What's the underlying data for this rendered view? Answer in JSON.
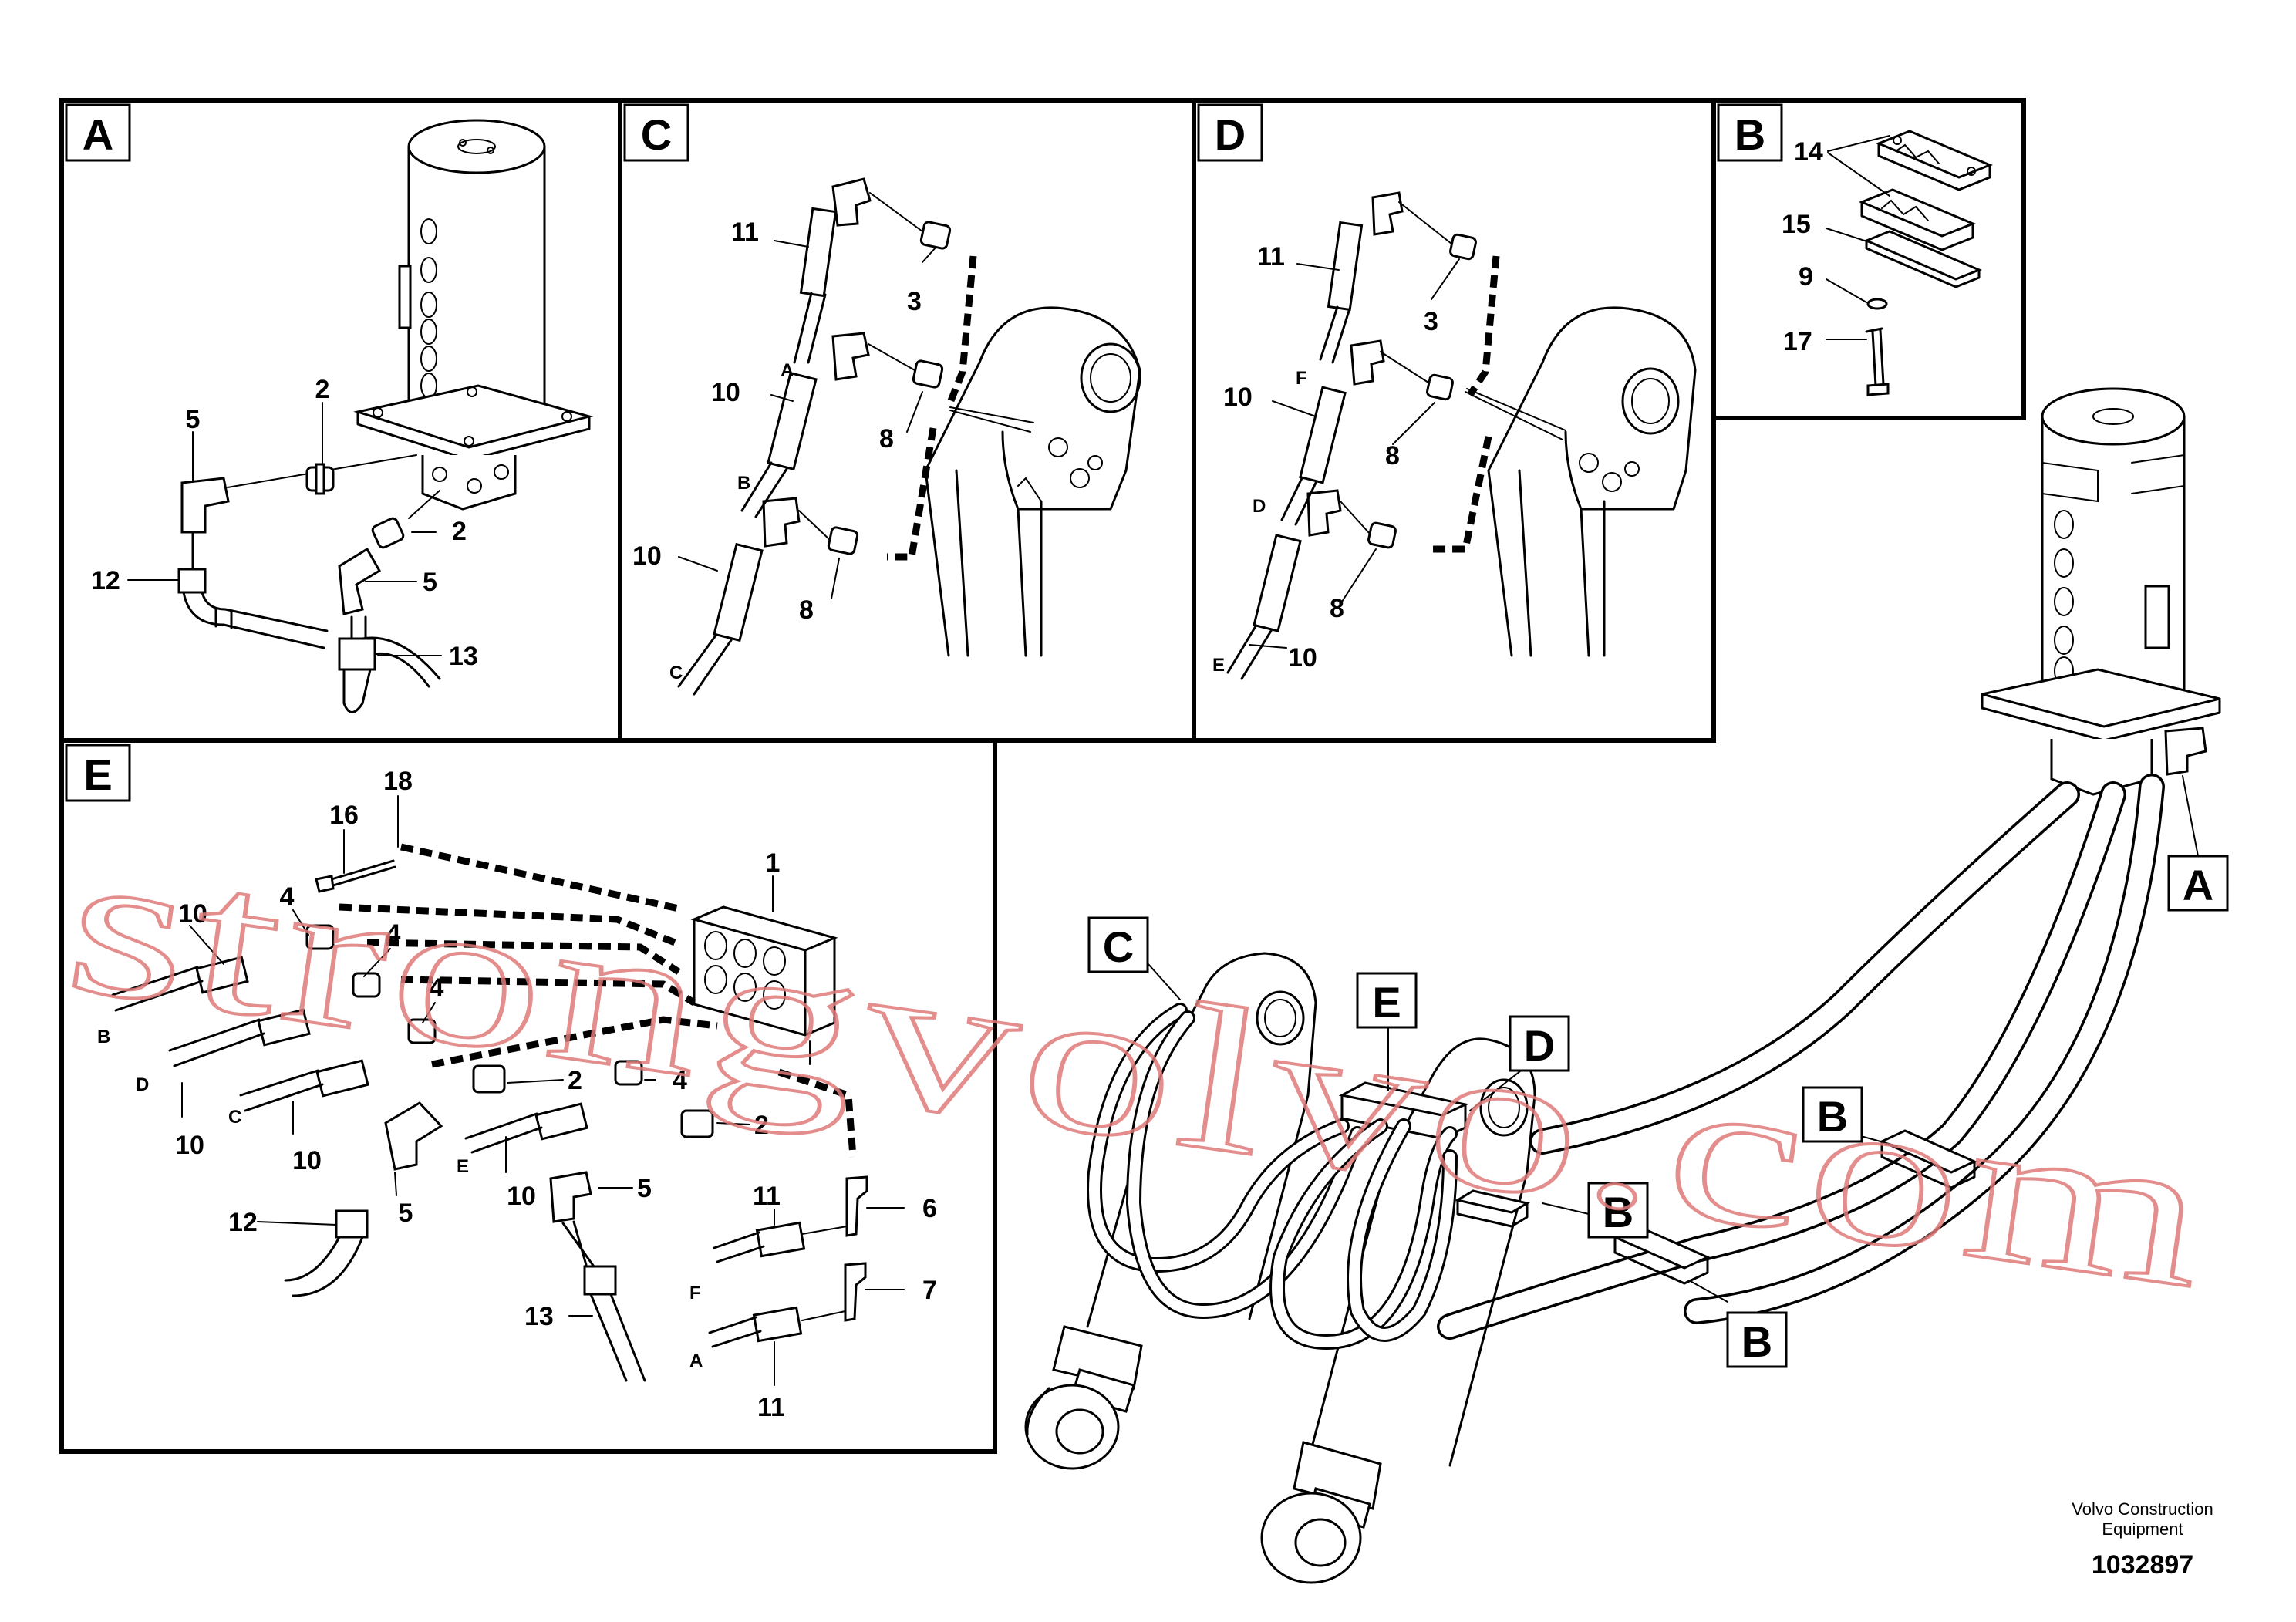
{
  "panels": {
    "A": {
      "tag": "A"
    },
    "B": {
      "tag": "B"
    },
    "C": {
      "tag": "C"
    },
    "D": {
      "tag": "D"
    },
    "E": {
      "tag": "E"
    }
  },
  "callouts": {
    "a5": "5",
    "a2a": "2",
    "a2b": "2",
    "a5b": "5",
    "a12": "12",
    "a13": "13",
    "c11": "11",
    "c3": "3",
    "c10a": "10",
    "c8a": "8",
    "c10b": "10",
    "c8b": "8",
    "cA": "A",
    "cB": "B",
    "cC": "C",
    "d11": "11",
    "d3": "3",
    "d10a": "10",
    "d8a": "8",
    "d8b": "8",
    "d10b": "10",
    "dF": "F",
    "dD": "D",
    "dE": "E",
    "b14": "14",
    "b15": "15",
    "b9": "9",
    "b17": "17",
    "e18": "18",
    "e16": "16",
    "e1": "1",
    "e4a": "4",
    "e4b": "4",
    "e4c": "4",
    "e4d": "4",
    "e10a": "10",
    "e10b": "10",
    "e10c": "10",
    "e10d": "10",
    "e2a": "2",
    "e2b": "2",
    "e5a": "5",
    "e5b": "5",
    "e12": "12",
    "e13": "13",
    "e11a": "11",
    "e11b": "11",
    "e6": "6",
    "e7": "7",
    "eB": "B",
    "eD": "D",
    "eC": "C",
    "eE": "E",
    "eF": "F",
    "eA": "A"
  },
  "main_callouts": {
    "A": "A",
    "C": "C",
    "E": "E",
    "D": "D",
    "B1": "B",
    "B2": "B",
    "B3": "B"
  },
  "watermark": "strongvolvo.com",
  "footer": {
    "company_line1": "Volvo Construction",
    "company_line2": "Equipment",
    "drawing_number": "1032897"
  }
}
